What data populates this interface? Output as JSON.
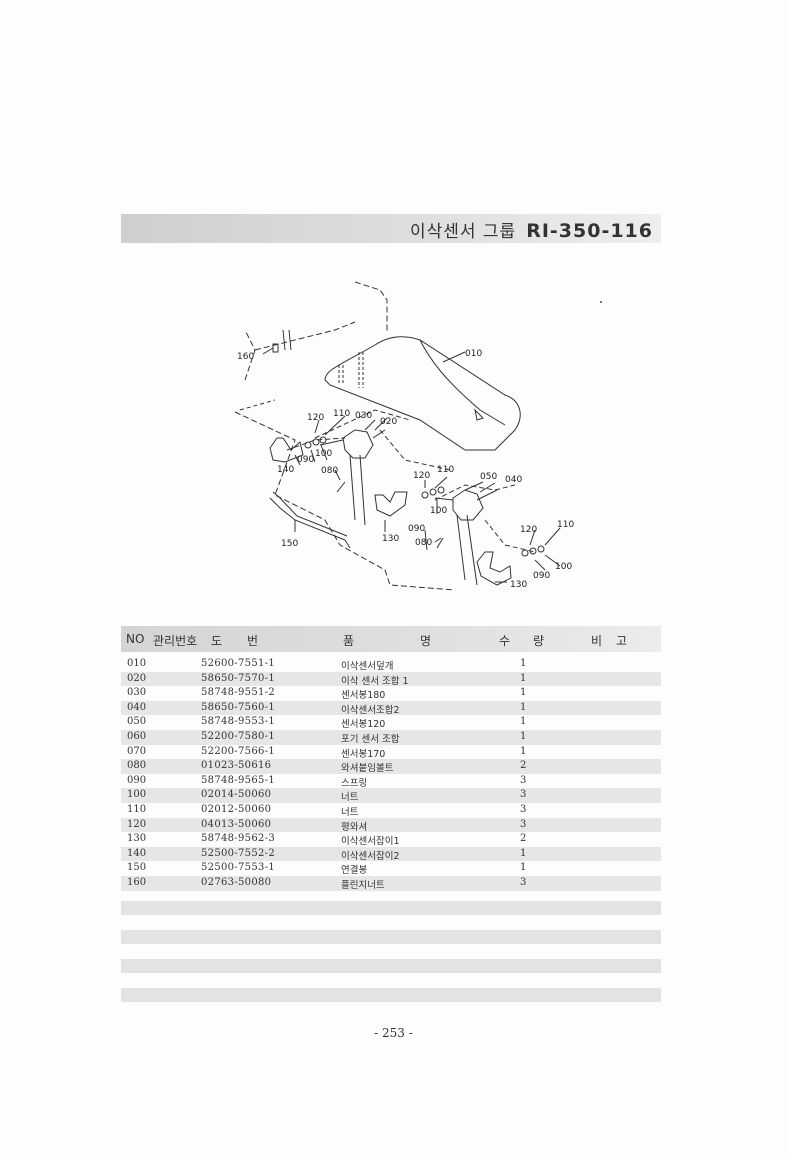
{
  "header": {
    "group_title": "이삭센서 그룹",
    "model_code": "RI-350-116"
  },
  "diagram": {
    "callouts": [
      "160",
      "010",
      "120",
      "110",
      "030",
      "020",
      "140",
      "090",
      "100",
      "080",
      "120",
      "110",
      "050",
      "040",
      "100",
      "130",
      "090",
      "080",
      "150",
      "120",
      "110",
      "130",
      "090",
      "100"
    ]
  },
  "table": {
    "headers": {
      "no": "NO",
      "mgmt": "관리번호",
      "drawing_a": "도",
      "drawing_b": "번",
      "name_a": "품",
      "name_b": "명",
      "qty_a": "수",
      "qty_b": "량",
      "note_a": "비",
      "note_b": "고"
    },
    "rows": [
      {
        "no": "010",
        "drawing": "52600-7551-1",
        "name": "이삭센서덮개",
        "qty": "1"
      },
      {
        "no": "020",
        "drawing": "58650-7570-1",
        "name": "이삭 센서 조합 1",
        "qty": "1"
      },
      {
        "no": "030",
        "drawing": "58748-9551-2",
        "name": "센서봉180",
        "qty": "1"
      },
      {
        "no": "040",
        "drawing": "58650-7560-1",
        "name": "이삭센서조합2",
        "qty": "1"
      },
      {
        "no": "050",
        "drawing": "58748-9553-1",
        "name": "센서봉120",
        "qty": "1"
      },
      {
        "no": "060",
        "drawing": "52200-7580-1",
        "name": "포기 센서 조합",
        "qty": "1"
      },
      {
        "no": "070",
        "drawing": "52200-7566-1",
        "name": "센서봉170",
        "qty": "1"
      },
      {
        "no": "080",
        "drawing": "01023-50616",
        "name": "와셔붙임볼트",
        "qty": "2"
      },
      {
        "no": "090",
        "drawing": "58748-9565-1",
        "name": "스프링",
        "qty": "3"
      },
      {
        "no": "100",
        "drawing": "02014-50060",
        "name": "너트",
        "qty": "3"
      },
      {
        "no": "110",
        "drawing": "02012-50060",
        "name": "너트",
        "qty": "3"
      },
      {
        "no": "120",
        "drawing": "04013-50060",
        "name": "평와셔",
        "qty": "3"
      },
      {
        "no": "130",
        "drawing": "58748-9562-3",
        "name": "이삭센서잡이1",
        "qty": "2"
      },
      {
        "no": "140",
        "drawing": "52500-7552-2",
        "name": "이삭센서잡이2",
        "qty": "1"
      },
      {
        "no": "150",
        "drawing": "52500-7553-1",
        "name": "연결봉",
        "qty": "1"
      },
      {
        "no": "160",
        "drawing": "02763-50080",
        "name": "플린지너트",
        "qty": "3"
      }
    ]
  },
  "footer": {
    "page_number": "- 253 -"
  }
}
